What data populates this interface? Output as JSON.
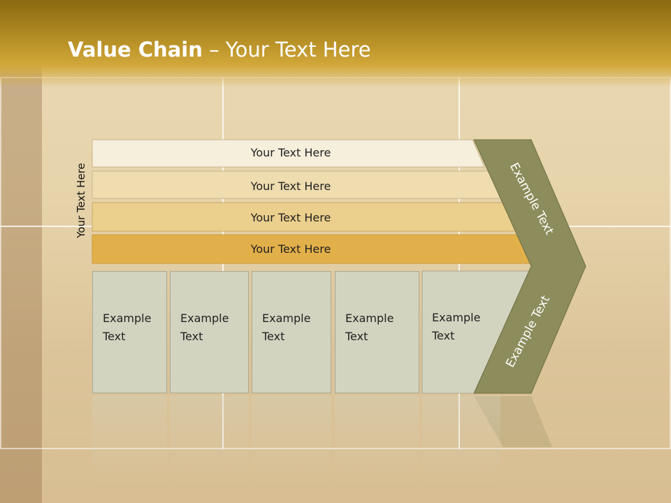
{
  "title": {
    "bold": "Value Chain",
    "rest": " – Your Text Here"
  },
  "side_label": "Your Text Here",
  "bars": [
    {
      "label": "Your Text Here",
      "color": "#f6efdc"
    },
    {
      "label": "Your Text Here",
      "color": "#efdcaf"
    },
    {
      "label": "Your Text Here",
      "color": "#ebcf8c"
    },
    {
      "label": "Your Text Here",
      "color": "#e2b04a"
    }
  ],
  "boxes": [
    {
      "label": "Example\nText"
    },
    {
      "label": "Example\nText"
    },
    {
      "label": "Example\nText"
    },
    {
      "label": "Example\nText"
    },
    {
      "label": "Example\nText"
    }
  ],
  "chevron": {
    "upper_label": "Example Text",
    "lower_label": "Example Text",
    "color": "#8c8c5c"
  }
}
